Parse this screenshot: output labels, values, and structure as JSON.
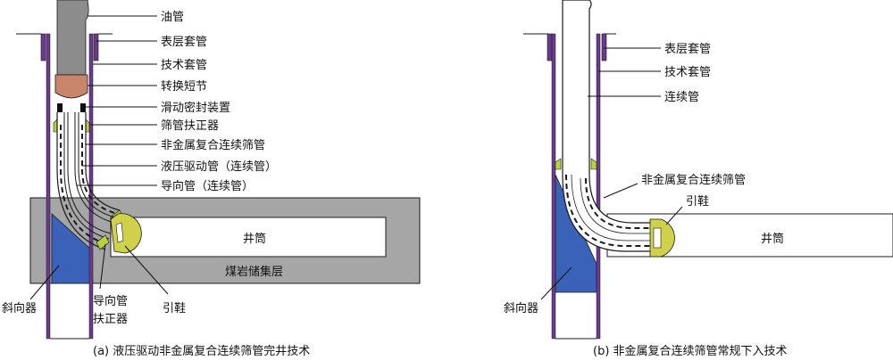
{
  "colors": {
    "oil_tube": "#8c8c8c",
    "reservoir": "#a6a6a6",
    "whipstock": "#3a62b8",
    "casing": "#6a3a8c",
    "crossover": "#c9856c",
    "guide_shoe": "#cfd14a",
    "centralizer": "#b9d23c",
    "line": "#1a1a1a"
  },
  "diagram_a": {
    "labels": {
      "oil_tube": "油管",
      "surface_casing": "表层套管",
      "technical_casing": "技术套管",
      "crossover_sub": "转换短节",
      "sliding_seal": "滑动密封装置",
      "screen_centralizer": "筛管扶正器",
      "nonmetal_screen": "非金属复合连续筛管",
      "hydraulic_tube": "液压驱动管（连续管）",
      "guide_tube": "导向管（连续管）",
      "wellbore": "井筒",
      "coal_reservoir": "煤岩储集层",
      "whipstock": "斜向器",
      "guide_centralizer_line1": "导向管",
      "guide_centralizer_line2": "扶正器",
      "guide_shoe": "引鞋"
    },
    "caption": "(a) 液压驱动非金属复合连续筛管完井技术"
  },
  "diagram_b": {
    "labels": {
      "surface_casing": "表层套管",
      "technical_casing": "技术套管",
      "coiled_tube": "连续管",
      "nonmetal_screen": "非金属复合连续筛管",
      "guide_shoe": "引鞋",
      "wellbore": "井筒",
      "whipstock": "斜向器"
    },
    "caption": "(b) 非金属复合连续筛管常规下入技术"
  }
}
